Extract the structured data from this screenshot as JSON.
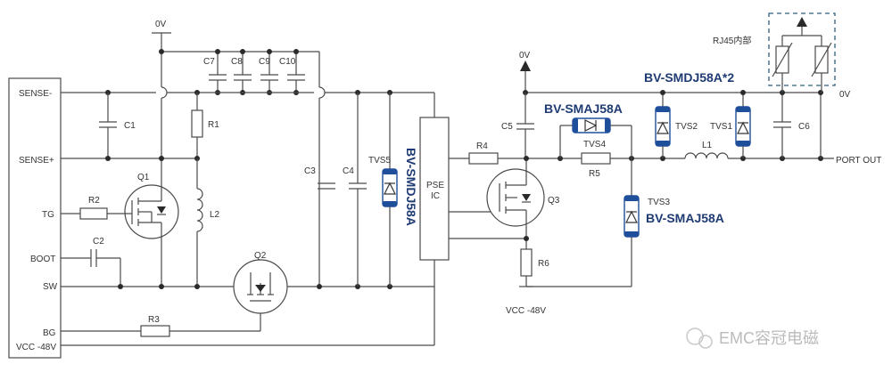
{
  "labels": {
    "gnd_top": "0V",
    "vout_top": "0V",
    "vout_right": "0V",
    "vcc_bottom": "VCC -48V",
    "port_out": "PORT OUT",
    "rj45": "RJ45内部"
  },
  "pins": {
    "sense_minus": "SENSE-",
    "sense_plus": "SENSE+",
    "tg": "TG",
    "boot": "BOOT",
    "sw": "SW",
    "bg": "BG",
    "vcc": "VCC -48V"
  },
  "components": {
    "c1": "C1",
    "c2": "C2",
    "c3": "C3",
    "c4": "C4",
    "c5": "C5",
    "c6": "C6",
    "c7": "C7",
    "c8": "C8",
    "c9": "C9",
    "c10": "C10",
    "r1": "R1",
    "r2": "R2",
    "r3": "R3",
    "r4": "R4",
    "r5": "R5",
    "r6": "R6",
    "l1": "L1",
    "l2": "L2",
    "q1": "Q1",
    "q2": "Q2",
    "q3": "Q3",
    "tvs1": "TVS1",
    "tvs2": "TVS2",
    "tvs3": "TVS3",
    "tvs4": "TVS4",
    "tvs5": "TVS5",
    "ic_line1": "PSE",
    "ic_line2": "IC"
  },
  "part_numbers": {
    "tvs5_part": "BV-SMDJ58A",
    "tvs4_part": "BV-SMAJ58A",
    "tvs12_part": "BV-SMDJ58A*2",
    "tvs3_part": "BV-SMAJ58A"
  },
  "watermark": "EMC容冠电磁",
  "colors": {
    "wire": "#4a4a4a",
    "tvs_accent": "#1f4e9a",
    "part_text": "#1f3b73",
    "rj45_box": "#2f5f7f"
  },
  "icons": [
    "gnd-arrow-icon",
    "wechat-icon"
  ]
}
